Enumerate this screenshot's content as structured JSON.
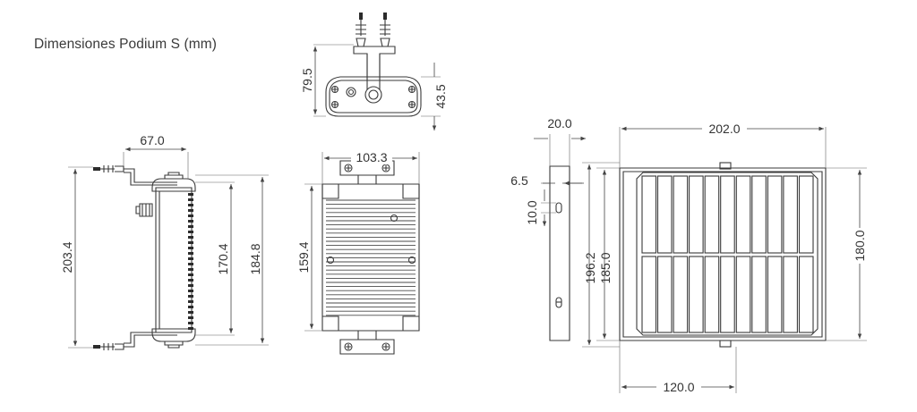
{
  "title": "Dimensiones Podium S (mm)",
  "dimensions": {
    "top_height": "79.5",
    "top_base": "43.5",
    "side_depth": "67.0",
    "side_total": "203.4",
    "side_inner": "170.4",
    "side_body": "184.8",
    "front_width": "103.3",
    "front_height": "159.4",
    "panel_thickness": "20.0",
    "panel_hole_offset": "6.5",
    "panel_hole_size": "10.0",
    "panel_outer_height": "196.2",
    "panel_inner_height": "185.0",
    "panel_width": "202.0",
    "panel_cell_height": "180.0",
    "panel_bracket": "120.0"
  }
}
